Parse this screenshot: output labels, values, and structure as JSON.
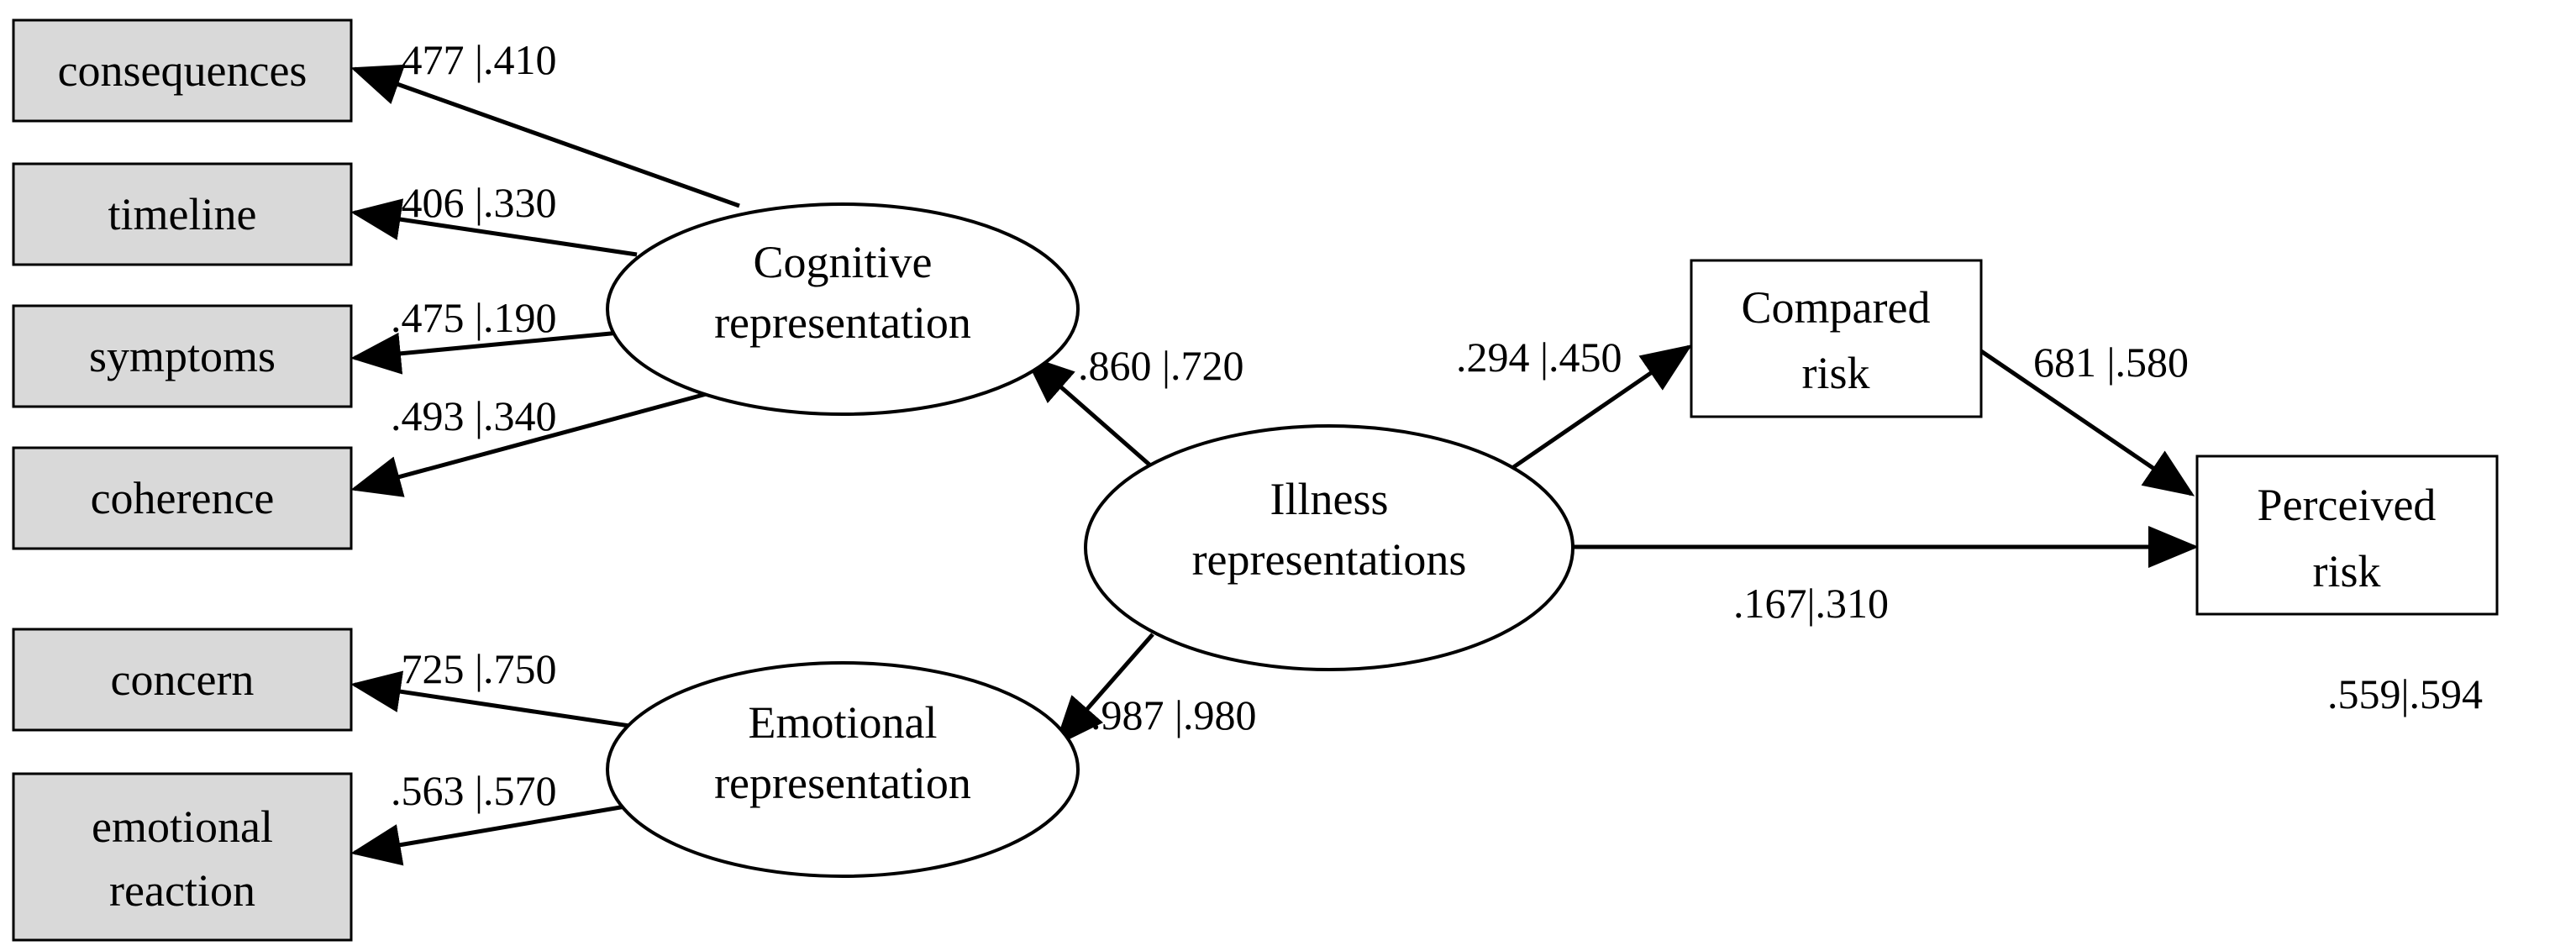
{
  "indicators": {
    "consequences": "consequences",
    "timeline": "timeline",
    "symptoms": "symptoms",
    "coherence": "coherence",
    "concern": "concern",
    "emotional_reaction_l1": "emotional",
    "emotional_reaction_l2": "reaction"
  },
  "latents": {
    "cognitive_l1": "Cognitive",
    "cognitive_l2": "representation",
    "emotional_l1": "Emotional",
    "emotional_l2": "representation",
    "illness_l1": "Illness",
    "illness_l2": "representations"
  },
  "observed": {
    "compared_l1": "Compared",
    "compared_l2": "risk",
    "perceived_l1": "Perceived",
    "perceived_l2": "risk"
  },
  "paths": {
    "consequences": ".477 |.410",
    "timeline": ".406 |.330",
    "symptoms": ".475 |.190",
    "coherence": ".493 |.340",
    "concern": ".725 |.750",
    "emotional_reaction": ".563 |.570",
    "illness_cognitive": ".860 |.720",
    "illness_emotional": ".987 |.980",
    "illness_compared": ".294 |.450",
    "compared_perceived": "681 |.580",
    "illness_perceived": ".167|.310",
    "perceived_r2": ".559|.594"
  }
}
